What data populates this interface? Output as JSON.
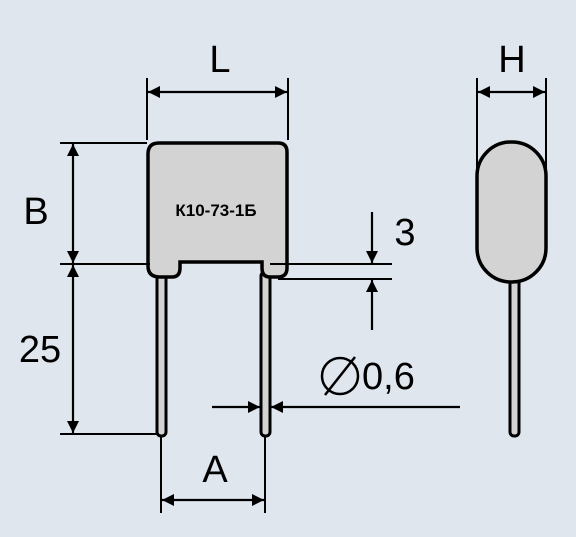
{
  "diagram": {
    "part_label": "К10-73-1Б",
    "dimensions": {
      "length": "L",
      "height": "H",
      "body_height": "B",
      "lead_length": "25",
      "pitch": "A",
      "seat_offset": "3",
      "lead_diameter": "0,6"
    },
    "colors": {
      "background": "#dfe6ee",
      "body_fill": "#d3d3d3",
      "outline": "#000000"
    }
  }
}
